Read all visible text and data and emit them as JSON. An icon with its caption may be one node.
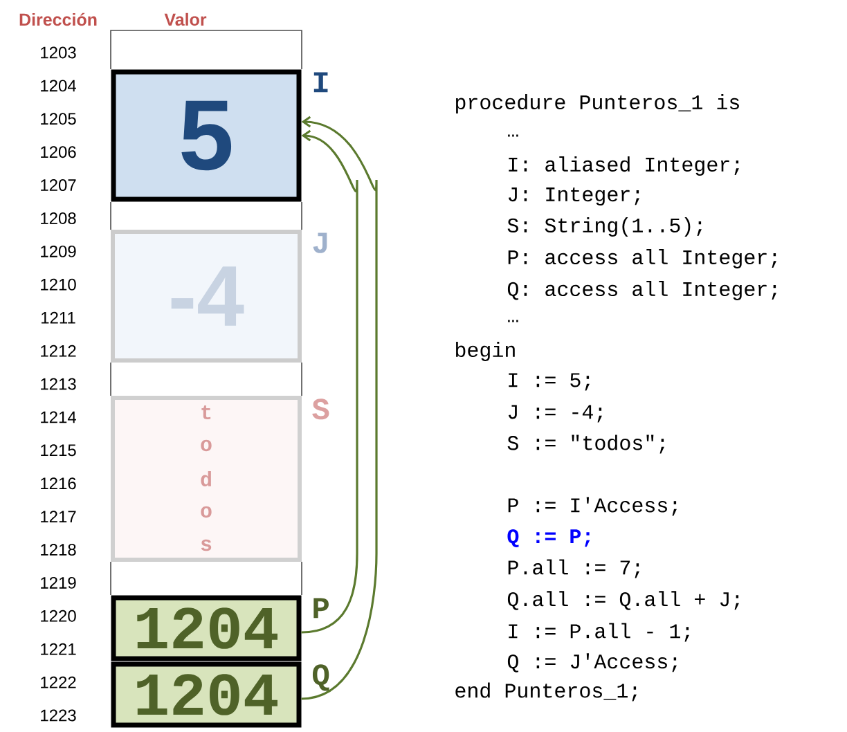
{
  "diagram": {
    "nodes": [
      {
        "text": [
          "5"
        ],
        "beside": [
          "I"
        ]
      },
      {
        "text": [
          "-4"
        ],
        "beside": [
          "J"
        ]
      },
      {
        "text": [
          "t",
          "o",
          "d",
          "o",
          "s"
        ],
        "beside": [
          "S"
        ]
      },
      {
        "text": [
          "1204"
        ],
        "beside": [
          "P"
        ]
      },
      {
        "text": [
          "1204"
        ],
        "beside": [
          "Q"
        ]
      }
    ],
    "edges": [
      {
        "from": 3,
        "to": 0,
        "arrow": "to"
      },
      {
        "from": 4,
        "to": 0,
        "arrow": "to"
      }
    ],
    "labels": [
      "Dirección",
      "Valor",
      "1203",
      "1204",
      "1205",
      "1206",
      "1207",
      "1208",
      "1209",
      "1210",
      "1211",
      "1212",
      "1213",
      "1214",
      "1215",
      "1216",
      "1217",
      "1218",
      "1219",
      "1220",
      "1221",
      "1222",
      "1223",
      "procedure Punteros_1 is",
      "…",
      "I: aliased Integer;",
      "J: Integer;",
      "S: String(1..5);",
      "P: access all Integer;",
      "Q: access all Integer;",
      "…",
      "begin",
      "I := 5;",
      "J := -4;",
      "S := \"todos\";",
      "P := I'Access;",
      "Q := P;",
      "P.all := 7;",
      "Q.all := Q.all + J;",
      "I := P.all - 1;",
      "Q := J'Access;",
      "end Punteros_1;"
    ]
  }
}
